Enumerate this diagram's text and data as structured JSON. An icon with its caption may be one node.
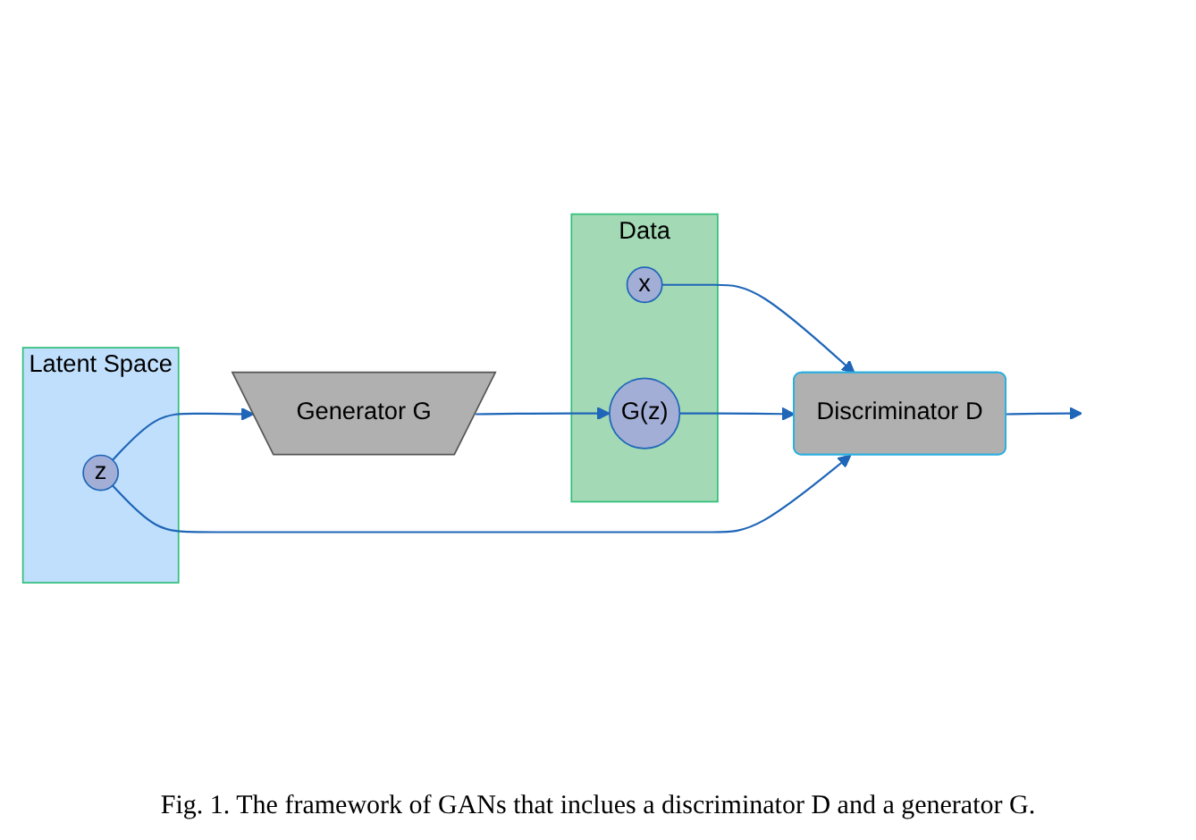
{
  "diagram": {
    "caption": "Fig. 1. The framework of GANs that inclues a discriminator D and a generator G.",
    "nodes": [
      {
        "text": [
          "Latent Space"
        ]
      },
      {
        "text": [
          "z"
        ],
        "in": 0
      },
      {
        "text": [
          "Data"
        ]
      },
      {
        "text": [
          "x"
        ],
        "in": 2
      },
      {
        "text": [
          "G(z)"
        ],
        "in": 2
      },
      {
        "text": [
          "Generator G"
        ]
      },
      {
        "text": [
          "Discriminator D"
        ]
      }
    ],
    "edges": [
      {
        "from": 1,
        "to": 5,
        "arrow": "to"
      },
      {
        "from": 5,
        "to": 4,
        "arrow": "to"
      },
      {
        "from": 3,
        "to": 6,
        "arrow": "to"
      },
      {
        "from": 1,
        "to": 6,
        "arrow": "to"
      },
      {
        "from": 4,
        "to": 6,
        "arrow": "to"
      },
      {
        "from": 6,
        "to": null,
        "arrow": "to"
      }
    ]
  }
}
